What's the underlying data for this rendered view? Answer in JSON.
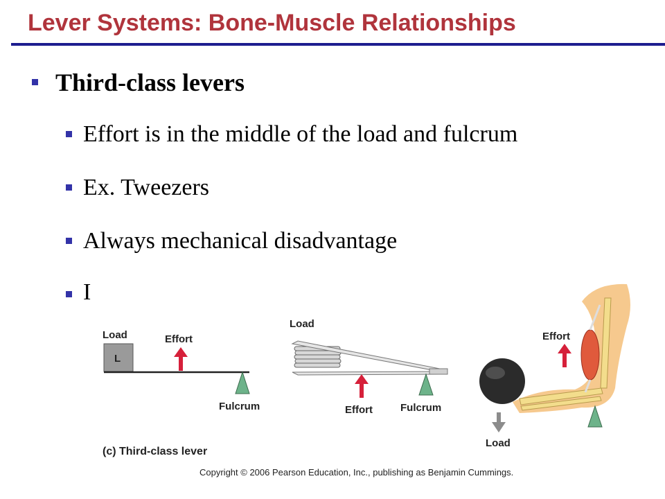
{
  "slide": {
    "title": "Lever Systems: Bone-Muscle Relationships",
    "main_bullet": "Third-class levers",
    "sub_bullets": [
      "Effort  is in the middle of the load and fulcrum",
      "Ex. Tweezers",
      "Always mechanical disadvantage",
      "I"
    ]
  },
  "figure": {
    "diagram_labels": {
      "load": "Load",
      "load_box": "L",
      "effort": "Effort",
      "fulcrum": "Fulcrum"
    },
    "tweezers_labels": {
      "load": "Load",
      "effort": "Effort",
      "fulcrum": "Fulcrum"
    },
    "arm_labels": {
      "effort": "Effort",
      "load": "Load"
    },
    "caption": "(c) Third-class lever",
    "copyright": "Copyright © 2006 Pearson Education, Inc., publishing as Benjamin Cummings."
  },
  "colors": {
    "title": "#b0343c",
    "rule": "#1d1d8f",
    "bullet": "#3333a8",
    "effort_arrow": "#d6203a",
    "fulcrum": "#6db38a",
    "muscle": "#e05a3c",
    "bone": "#f3dd8c"
  }
}
